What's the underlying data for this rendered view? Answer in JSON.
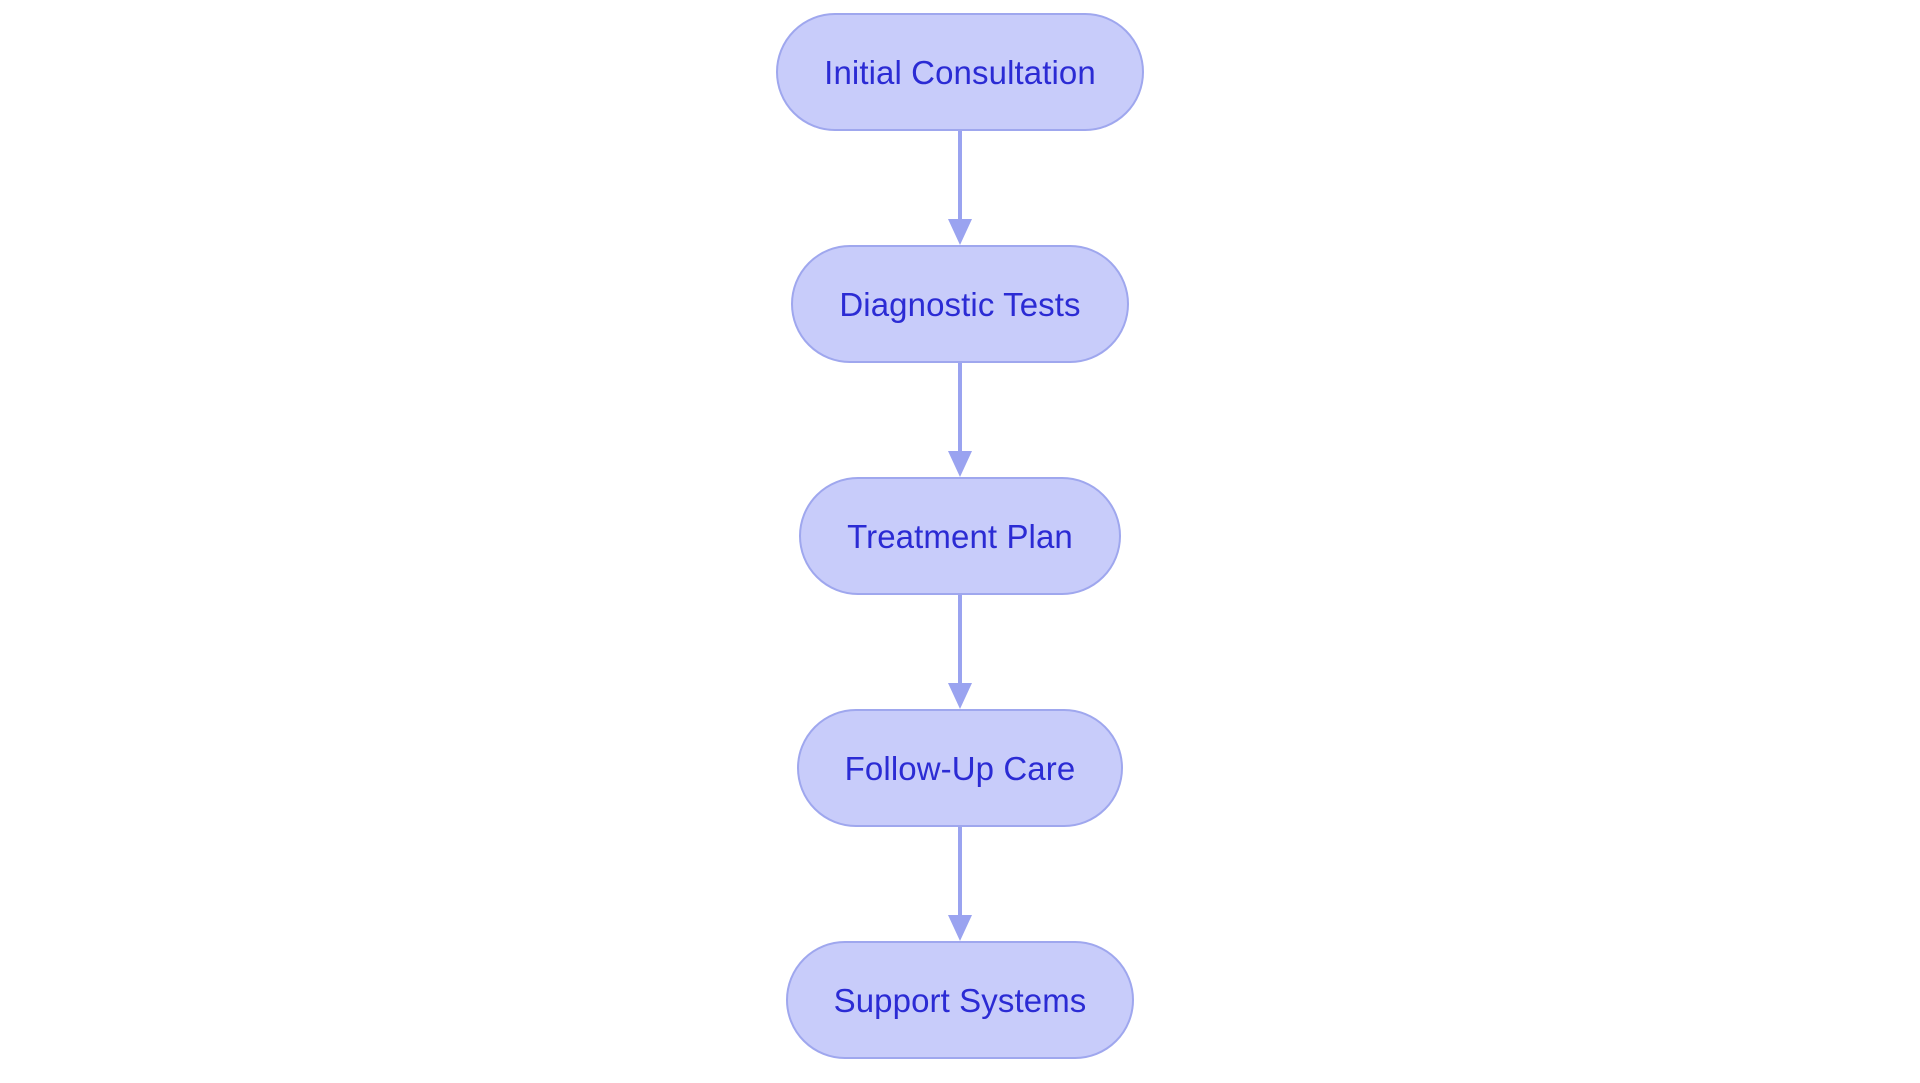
{
  "diagram": {
    "type": "flowchart",
    "orientation": "vertical-top-to-bottom",
    "background_color": "#ffffff",
    "node_fill_color": "#c8ccfa",
    "node_border_color": "#9fa7ee",
    "node_text_color": "#2b2bd4",
    "connector_color": "#9aa3f0",
    "nodes": [
      {
        "id": "initial-consultation",
        "label": "Initial Consultation"
      },
      {
        "id": "diagnostic-tests",
        "label": "Diagnostic Tests"
      },
      {
        "id": "treatment-plan",
        "label": "Treatment Plan"
      },
      {
        "id": "follow-up-care",
        "label": "Follow-Up Care"
      },
      {
        "id": "support-systems",
        "label": "Support Systems"
      }
    ],
    "edges": [
      {
        "from": "initial-consultation",
        "to": "diagnostic-tests",
        "label": ""
      },
      {
        "from": "diagnostic-tests",
        "to": "treatment-plan",
        "label": ""
      },
      {
        "from": "treatment-plan",
        "to": "follow-up-care",
        "label": ""
      },
      {
        "from": "follow-up-care",
        "to": "support-systems",
        "label": ""
      }
    ]
  }
}
